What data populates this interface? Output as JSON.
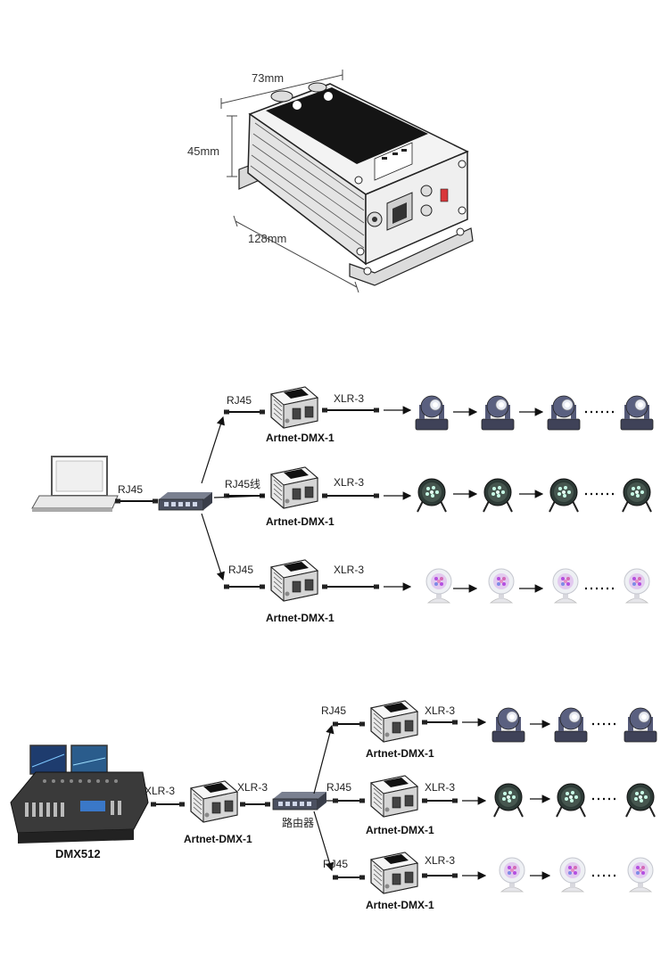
{
  "product": {
    "dim_width": "73mm",
    "dim_height": "45mm",
    "dim_length": "128mm"
  },
  "diagram1": {
    "pc_link_label": "RJ45",
    "branches": [
      {
        "link_label": "RJ45",
        "out_label": "XLR-3",
        "device_label": "Artnet-DMX-1",
        "fixture": "moving-head"
      },
      {
        "link_label": "RJ45线",
        "out_label": "XLR-3",
        "device_label": "Artnet-DMX-1",
        "fixture": "par-can"
      },
      {
        "link_label": "RJ45",
        "out_label": "XLR-3",
        "device_label": "Artnet-DMX-1",
        "fixture": "spot-light"
      }
    ]
  },
  "diagram2": {
    "console_label": "DMX512",
    "console_link_label": "XLR-3",
    "main_device_out_label": "XLR-3",
    "main_device_label": "Artnet-DMX-1",
    "router_label": "路由器",
    "branches": [
      {
        "link_label": "RJ45",
        "out_label": "XLR-3",
        "device_label": "Artnet-DMX-1",
        "fixture": "moving-head"
      },
      {
        "link_label": "RJ45",
        "out_label": "XLR-3",
        "device_label": "Artnet-DMX-1",
        "fixture": "par-can"
      },
      {
        "link_label": "RJ45",
        "out_label": "XLR-3",
        "device_label": "Artnet-DMX-1",
        "fixture": "spot-light"
      }
    ]
  }
}
